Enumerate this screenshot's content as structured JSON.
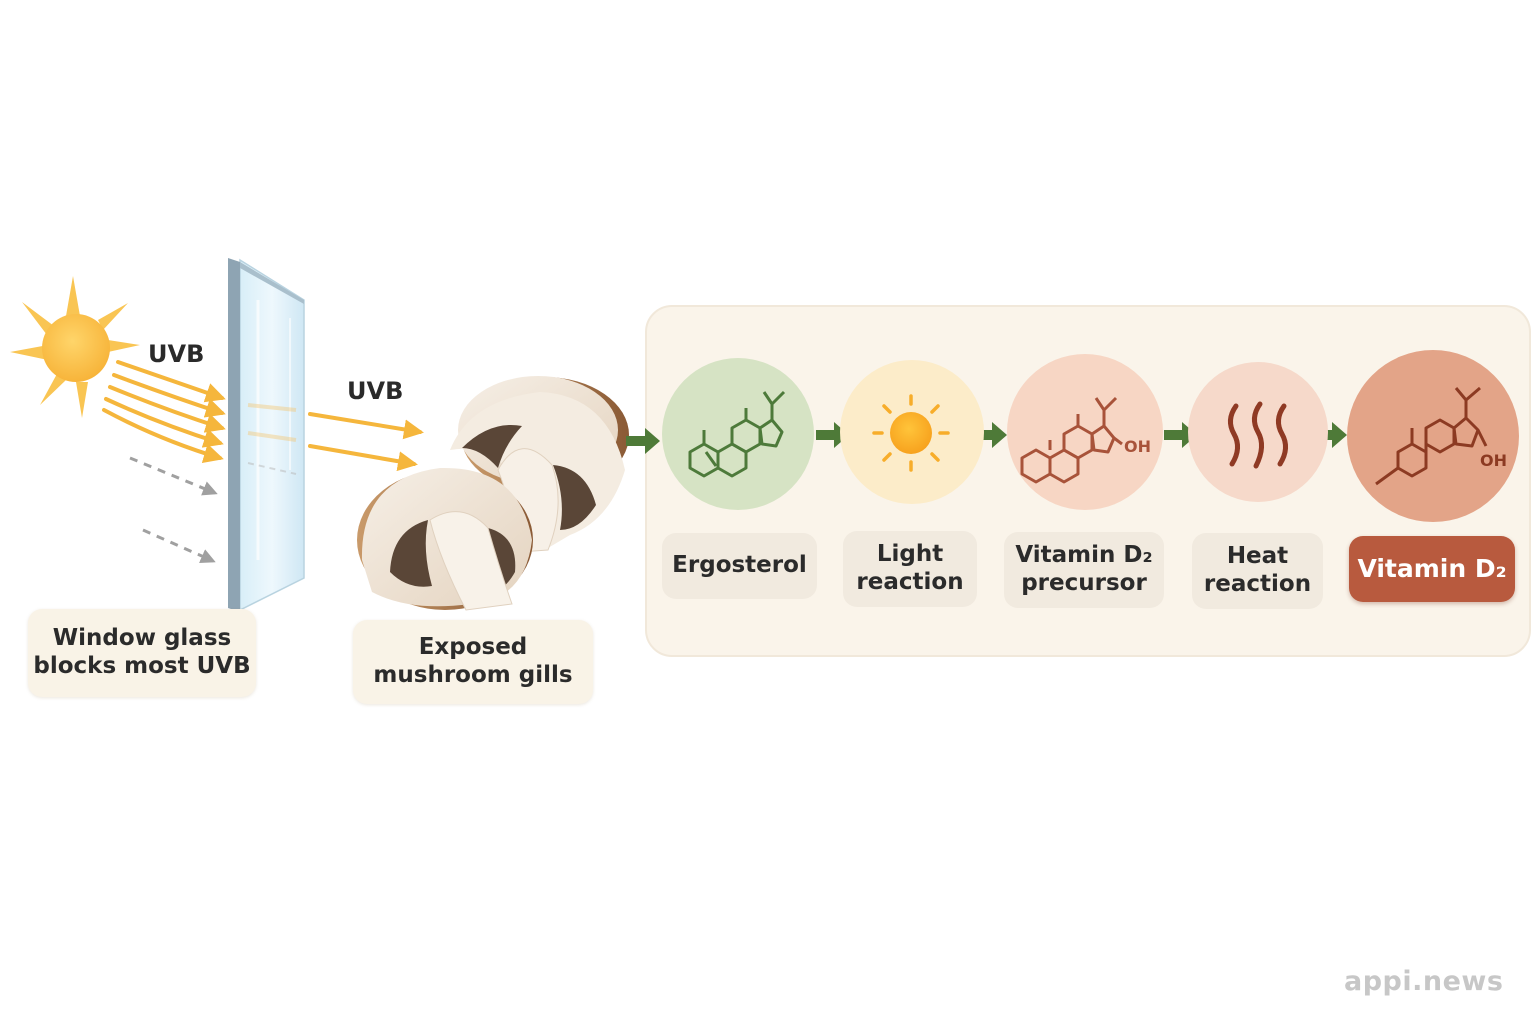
{
  "light_path": {
    "uvb_label_sun": "UVB",
    "uvb_label_through": "UVB",
    "glass_caption": [
      "Window glass",
      "blocks most UVB"
    ],
    "mushroom_caption": [
      "Exposed",
      "mushroom gills"
    ]
  },
  "pathway": {
    "steps": [
      {
        "id": "ergosterol",
        "lines": [
          "Ergosterol"
        ],
        "circle_color": "#d6e3c4",
        "structure_color": "#4d7a3a"
      },
      {
        "id": "light-reaction",
        "lines": [
          "Light",
          "reaction"
        ],
        "circle_color": "#fcecc9",
        "icon": "sun-icon"
      },
      {
        "id": "precursor",
        "lines": [
          "Vitamin D₂",
          "precursor"
        ],
        "circle_color": "#f7d6c4",
        "structure_color": "#a8533a",
        "group": "OH"
      },
      {
        "id": "heat-reaction",
        "lines": [
          "Heat",
          "reaction"
        ],
        "circle_color": "#f6d9ca",
        "icon": "heat-waves-icon"
      },
      {
        "id": "vitamin-d2",
        "lines": [
          "Vitamin D₂"
        ],
        "circle_color": "#e3a488",
        "structure_color": "#8c3a22",
        "group": "OH"
      }
    ]
  },
  "watermark": "appi.news",
  "colors": {
    "sun": "#f9c24a",
    "uvb_arrow": "#f5b63c",
    "blocked_arrow": "#9c9c9c",
    "flow_arrow": "#4e7a38",
    "panel": "#faf4ea",
    "final_label": "#b85a3e"
  }
}
